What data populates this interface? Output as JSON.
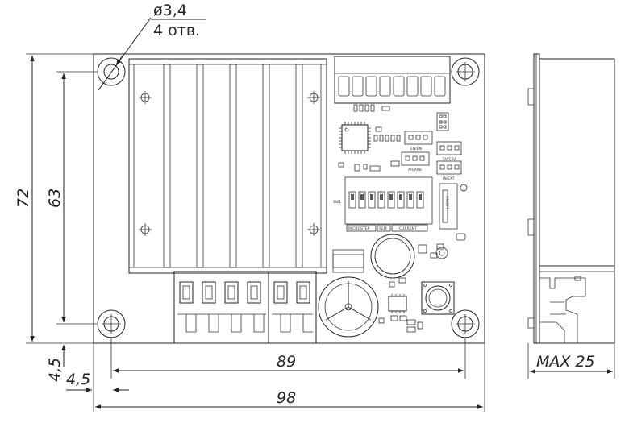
{
  "dimensions": {
    "hole_diameter": "ø3,4",
    "hole_count": "4 отв.",
    "width_total": "98",
    "width_holes": "89",
    "height_total": "72",
    "height_holes": "63",
    "offset_vertical": "4,5",
    "offset_horizontal": "4,5",
    "side_height": "MAX 25"
  },
  "board_labels": {
    "sw1": "SW1",
    "microstep": "MICROSTEP",
    "sem": "SEM",
    "current": "CURRENT",
    "en": "EN/ĒN",
    "jumper_b": "ĀR/ĀRB",
    "jumper_c": "5V/12V",
    "jumper_d": "IN/EXT",
    "dip_side": "ON/OFF"
  }
}
